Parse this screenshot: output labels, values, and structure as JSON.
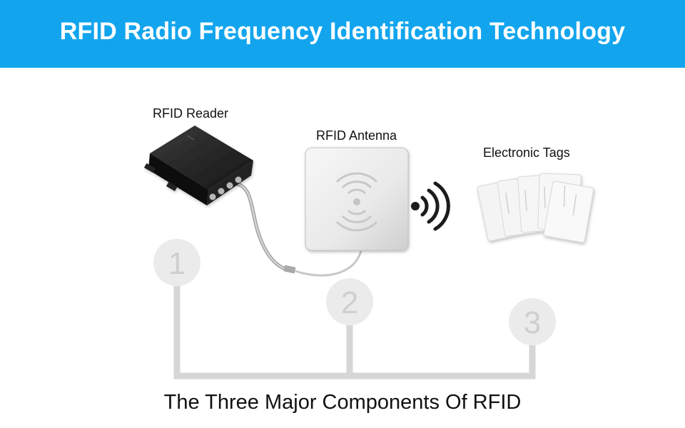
{
  "header": {
    "title": "RFID Radio Frequency Identification Technology"
  },
  "components": {
    "reader": {
      "label": "RFID Reader",
      "number": "1"
    },
    "antenna": {
      "label": "RFID Antenna",
      "number": "2"
    },
    "tags": {
      "label": "Electronic Tags",
      "number": "3"
    }
  },
  "footer": {
    "caption": "The Three Major Components Of RFID"
  },
  "colors": {
    "banner": "#12a5ee",
    "connector": "#d6d6d6",
    "number_circle": "#ebebeb",
    "number_text": "#cfcfcf"
  },
  "icons": [
    "rfid-reader-icon",
    "rfid-antenna-icon",
    "signal-waves-icon",
    "electronic-tags-icon"
  ]
}
